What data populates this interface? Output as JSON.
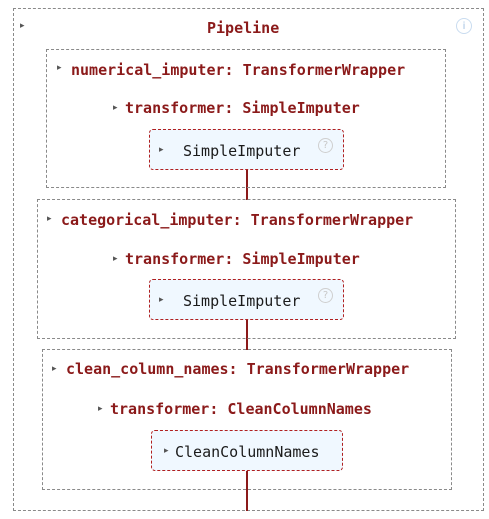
{
  "pipeline": {
    "title": "Pipeline",
    "info_icon_glyph": "i",
    "steps": [
      {
        "name": "numerical_imputer: TransformerWrapper",
        "inner": "transformer: SimpleImputer",
        "estimator": "SimpleImputer",
        "help_glyph": "?"
      },
      {
        "name": "categorical_imputer: TransformerWrapper",
        "inner": "transformer: SimpleImputer",
        "estimator": "SimpleImputer",
        "help_glyph": "?"
      },
      {
        "name": "clean_column_names: TransformerWrapper",
        "inner": "transformer: CleanColumnNames",
        "estimator": "CleanColumnNames"
      }
    ]
  },
  "colors": {
    "accent": "#8b1a1a",
    "estimator_bg": "#f0f8ff",
    "estimator_border": "#b02020",
    "info": "#c9dcf0"
  },
  "icons": {
    "collapse": "chevron-right-icon",
    "info": "info-icon",
    "help": "question-icon"
  }
}
